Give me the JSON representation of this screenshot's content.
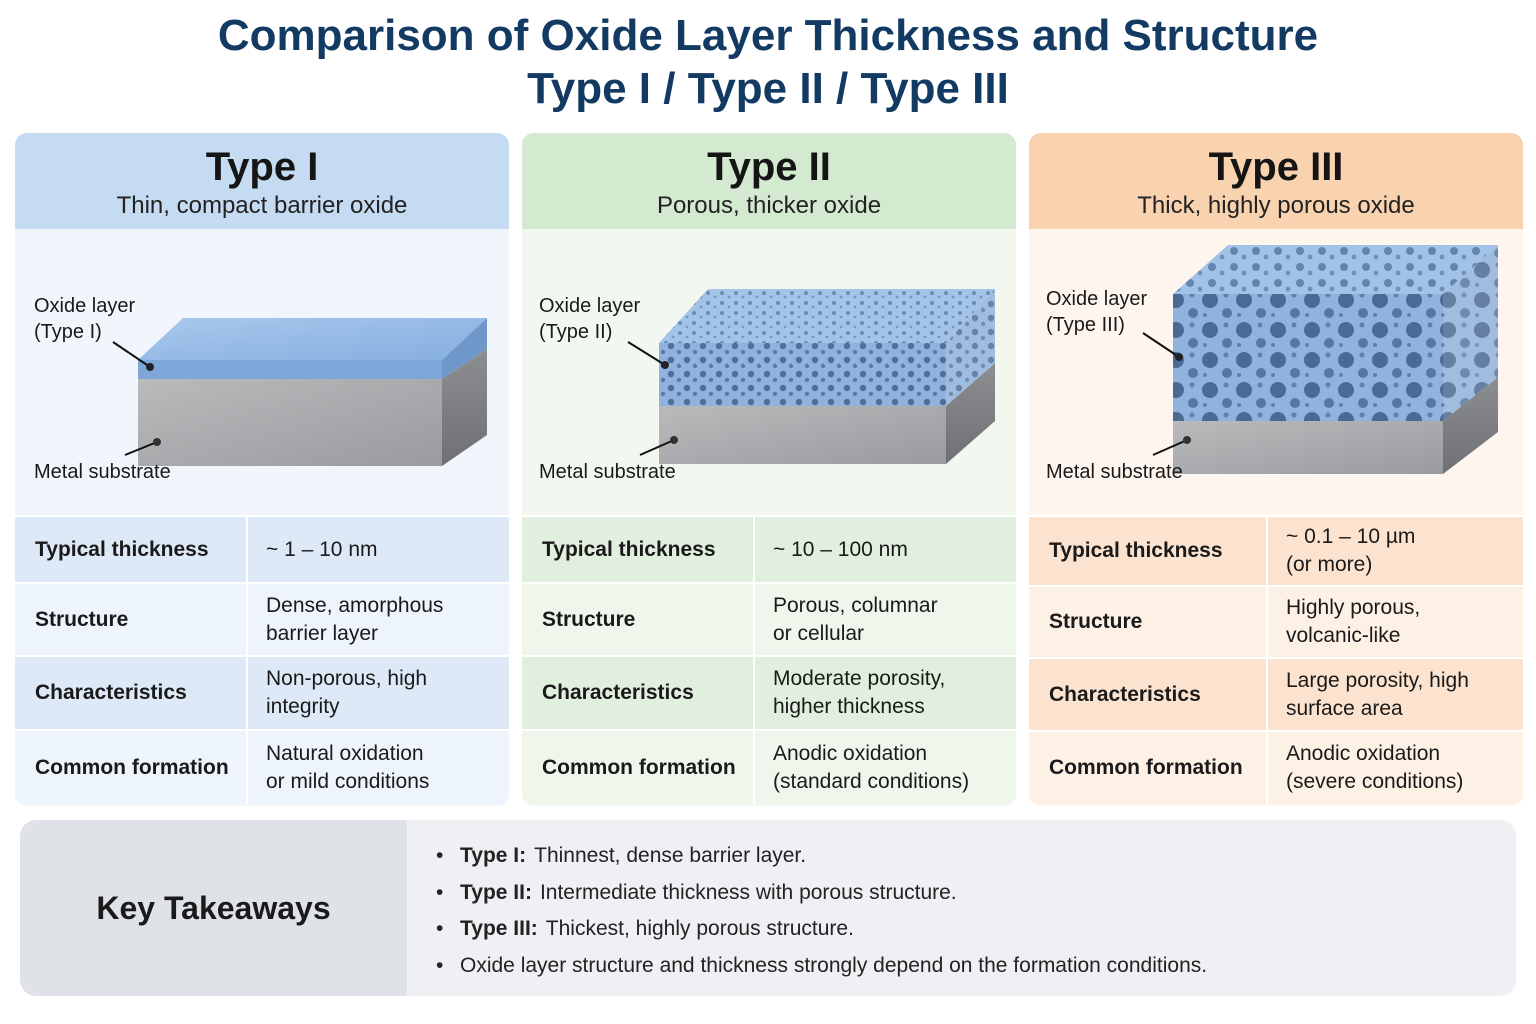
{
  "title": {
    "line1": "Comparison of Oxide Layer Thickness and Structure",
    "line2": "Type I / Type II / Type III"
  },
  "colors": {
    "title": "#123a63",
    "type1_header": "#c5dbf2",
    "type2_header": "#d3ead0",
    "type3_header": "#f9d3b0",
    "oxide_blue": "#8fb4e0",
    "metal_gray": "#a9aaac"
  },
  "columns": [
    {
      "title": "Type I",
      "subtitle": "Thin, compact barrier oxide",
      "oxide_label_1": "Oxide layer",
      "oxide_label_2": "(Type I)",
      "metal_label": "Metal substrate",
      "rows": [
        {
          "key": "Typical thickness",
          "v1": "~ 1 – 10 nm",
          "v2": ""
        },
        {
          "key": "Structure",
          "v1": "Dense, amorphous",
          "v2": "barrier layer"
        },
        {
          "key": "Characteristics",
          "v1": "Non-porous, high",
          "v2": "integrity"
        },
        {
          "key": "Common formation",
          "v1": "Natural oxidation",
          "v2": "or mild conditions"
        }
      ]
    },
    {
      "title": "Type II",
      "subtitle": "Porous, thicker oxide",
      "oxide_label_1": "Oxide layer",
      "oxide_label_2": "(Type II)",
      "metal_label": "Metal substrate",
      "rows": [
        {
          "key": "Typical thickness",
          "v1": "~ 10 – 100 nm",
          "v2": ""
        },
        {
          "key": "Structure",
          "v1": "Porous, columnar",
          "v2": "or cellular"
        },
        {
          "key": "Characteristics",
          "v1": "Moderate porosity,",
          "v2": "higher thickness"
        },
        {
          "key": "Common formation",
          "v1": "Anodic oxidation",
          "v2": "(standard conditions)"
        }
      ]
    },
    {
      "title": "Type III",
      "subtitle": "Thick, highly porous oxide",
      "oxide_label_1": "Oxide layer",
      "oxide_label_2": "(Type III)",
      "metal_label": "Metal substrate",
      "rows": [
        {
          "key": "Typical thickness",
          "v1": "~ 0.1 – 10 µm",
          "v2": "(or more)"
        },
        {
          "key": "Structure",
          "v1": "Highly porous,",
          "v2": "volcanic-like"
        },
        {
          "key": "Characteristics",
          "v1": "Large porosity, high",
          "v2": "surface area"
        },
        {
          "key": "Common formation",
          "v1": "Anodic oxidation",
          "v2": "(severe conditions)"
        }
      ]
    }
  ],
  "takeaways": {
    "heading": "Key Takeaways",
    "items": [
      {
        "bold": "Type I:",
        "text": "Thinnest, dense barrier layer."
      },
      {
        "bold": "Type II:",
        "text": "Intermediate thickness with porous structure."
      },
      {
        "bold": "Type III:",
        "text": "Thickest, highly porous structure."
      },
      {
        "bold": "",
        "text": "Oxide layer structure and thickness strongly depend on the formation conditions."
      }
    ]
  }
}
